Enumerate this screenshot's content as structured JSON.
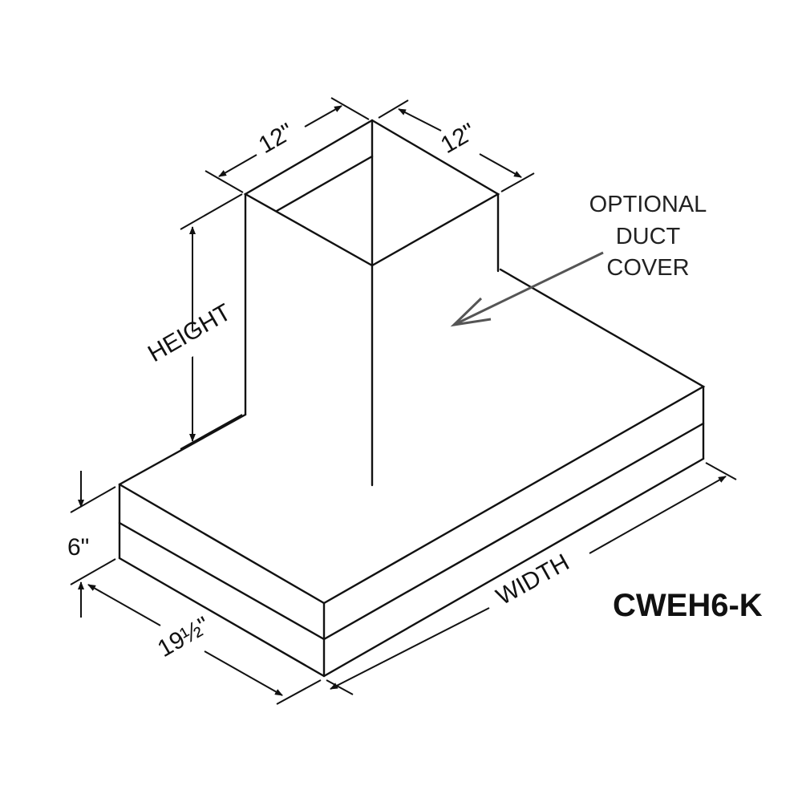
{
  "diagram": {
    "model": "CWEH6-K",
    "dimensions": {
      "chimney_left_width": "12\"",
      "chimney_right_width": "12\"",
      "height": "HEIGHT",
      "hood_thickness": "6\"",
      "depth": "19½\"",
      "width": "WIDTH"
    },
    "callout": {
      "lines": [
        "OPTIONAL",
        "DUCT",
        "COVER"
      ]
    },
    "colors": {
      "line": "#111111",
      "arrow": "#555555"
    }
  }
}
